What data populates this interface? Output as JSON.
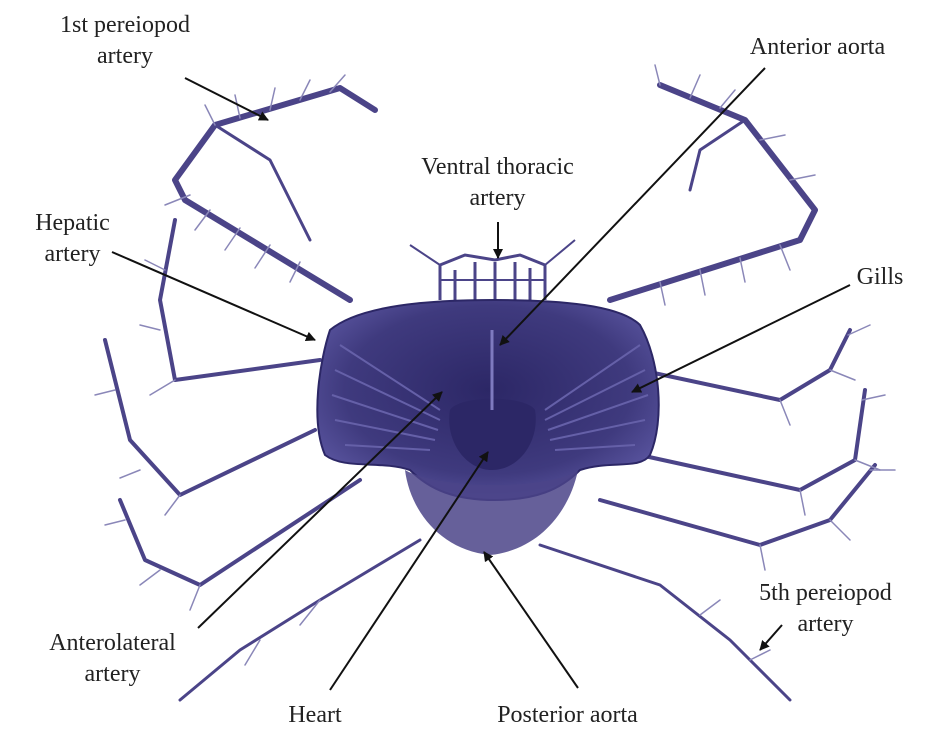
{
  "colors": {
    "vessel": "#4b4488",
    "vessel_light": "#8a87b8",
    "body": "#3f3a7e",
    "body_dark": "#2c2766",
    "leader": "#111111",
    "text": "#222222"
  },
  "labels": {
    "pereiopod1": {
      "line1": "1st pereiopod",
      "line2": "artery"
    },
    "anterior_aorta": {
      "line1": "Anterior aorta"
    },
    "ventral_thoracic": {
      "line1": "Ventral thoracic",
      "line2": "artery"
    },
    "hepatic": {
      "line1": "Hepatic",
      "line2": "artery"
    },
    "gills": {
      "line1": "Gills"
    },
    "pereiopod5": {
      "line1": "5th pereiopod",
      "line2": "artery"
    },
    "anterolateral": {
      "line1": "Anterolateral",
      "line2": "artery"
    },
    "heart": {
      "line1": "Heart"
    },
    "posterior_aorta": {
      "line1": "Posterior aorta"
    }
  }
}
